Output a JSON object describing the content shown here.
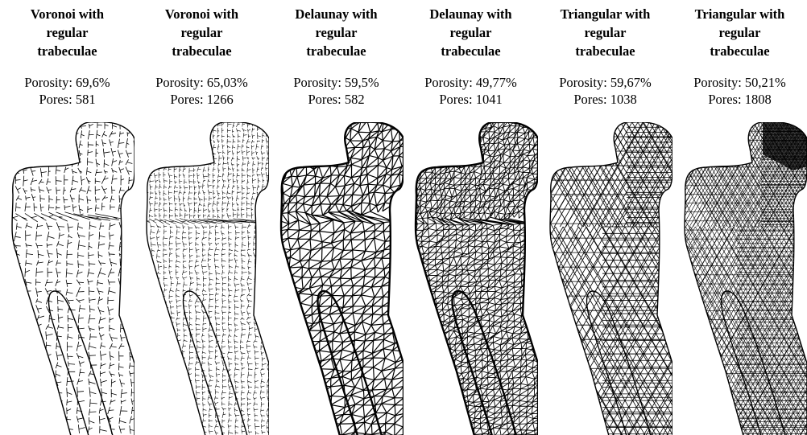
{
  "panels": [
    {
      "title": [
        "Voronoi with",
        "regular",
        "trabeculae"
      ],
      "porosity": "Porosity: 69,6%",
      "pores": "Pores: 581",
      "pattern": "voronoi",
      "density": 1
    },
    {
      "title": [
        "Voronoi with",
        "regular",
        "trabeculae"
      ],
      "porosity": "Porosity: 65,03%",
      "pores": "Pores: 1266",
      "pattern": "voronoi",
      "density": 2
    },
    {
      "title": [
        "Delaunay with",
        "regular",
        "trabeculae"
      ],
      "porosity": "Porosity: 59,5%",
      "pores": "Pores: 582",
      "pattern": "delaunay",
      "density": 1
    },
    {
      "title": [
        "Delaunay with",
        "regular",
        "trabeculae"
      ],
      "porosity": "Porosity: 49,77%",
      "pores": "Pores: 1041",
      "pattern": "delaunay",
      "density": 2
    },
    {
      "title": [
        "Triangular with",
        "regular",
        "trabeculae"
      ],
      "porosity": "Porosity: 59,67%",
      "pores": "Pores: 1038",
      "pattern": "triangular",
      "density": 1
    },
    {
      "title": [
        "Triangular with",
        "regular",
        "trabeculae"
      ],
      "porosity": "Porosity: 50,21%",
      "pores": "Pores: 1808",
      "pattern": "triangular",
      "density": 2
    }
  ],
  "colors": {
    "background": "#ffffff",
    "strut": "#000000"
  }
}
